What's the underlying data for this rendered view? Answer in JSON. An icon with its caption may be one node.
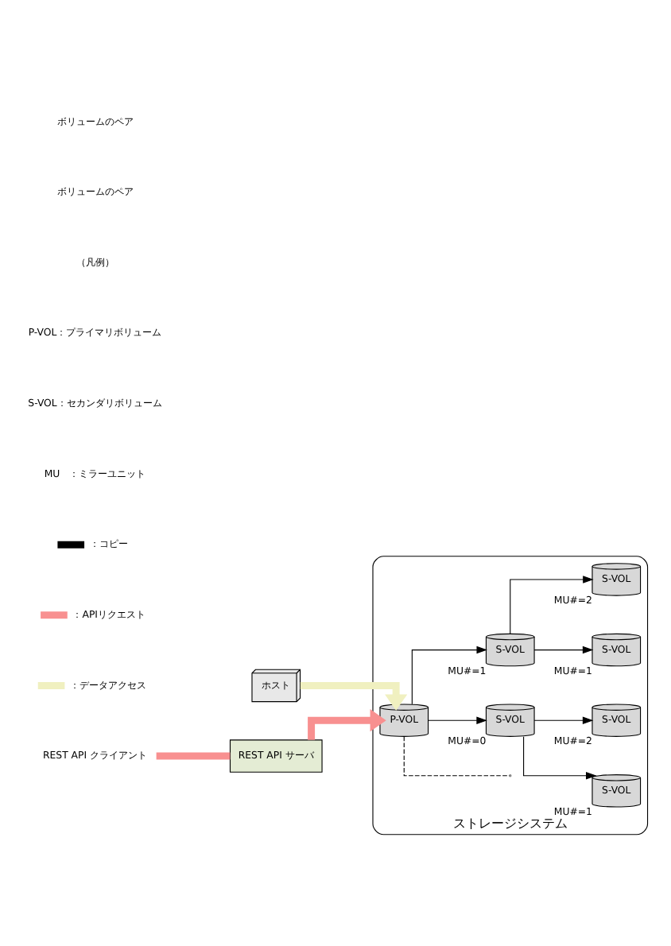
{
  "diagram": {
    "nodes": [
      {
        "text": [
          "ストレージシステム"
        ]
      },
      {
        "text": [
          "ホスト"
        ]
      },
      {
        "text": [
          "REST API クライアント"
        ]
      },
      {
        "text": [
          "REST API サーバ"
        ]
      },
      {
        "text": [
          "P-VOL"
        ],
        "in": 0
      },
      {
        "text": [
          "S-VOL"
        ],
        "in": 0,
        "beside": [
          "MU#=0"
        ]
      },
      {
        "text": [
          "S-VOL"
        ],
        "in": 0,
        "beside": [
          "MU#=1"
        ]
      },
      {
        "text": [
          "S-VOL"
        ],
        "in": 0,
        "beside": [
          "MU#=2"
        ]
      },
      {
        "text": [
          "S-VOL"
        ],
        "in": 0,
        "beside": [
          "MU#=1"
        ]
      },
      {
        "text": [
          "S-VOL"
        ],
        "in": 0,
        "beside": [
          "MU#=1"
        ]
      },
      {
        "text": [
          "S-VOL"
        ],
        "in": 0,
        "beside": [
          "MU#=2"
        ]
      }
    ],
    "edges": [
      {
        "from": 2,
        "to": 3,
        "arrow": "none",
        "style": "thick",
        "color": "#f89090"
      },
      {
        "from": 3,
        "to": 4,
        "arrow": "to",
        "style": "thick",
        "color": "#f89090"
      },
      {
        "from": 1,
        "to": 4,
        "arrow": "to",
        "style": "thick",
        "color": "#f0f0c0"
      },
      {
        "from": 4,
        "to": 5,
        "arrow": "to"
      },
      {
        "from": 4,
        "to": 8,
        "arrow": "to"
      },
      {
        "from": 4,
        "to": null,
        "arrow": "none",
        "style": "dashed"
      },
      {
        "from": 5,
        "to": 6,
        "arrow": "to"
      },
      {
        "from": 5,
        "to": 7,
        "arrow": "to"
      },
      {
        "from": 8,
        "to": 9,
        "arrow": "to"
      },
      {
        "from": 8,
        "to": 10,
        "arrow": "to"
      }
    ],
    "labels": [
      "ボリュームのペア",
      "ボリュームのペア",
      "（凡例）",
      "P-VOL：プライマリボリューム",
      "S-VOL：セカンダリボリューム",
      "MU　：ミラーユニット"
    ],
    "legend": [
      {
        "text": "：コピー",
        "color": "#000000"
      },
      {
        "text": "：APIリクエスト",
        "color": "#f89090"
      },
      {
        "text": "：データアクセス",
        "color": "#f0f0c0"
      }
    ]
  }
}
